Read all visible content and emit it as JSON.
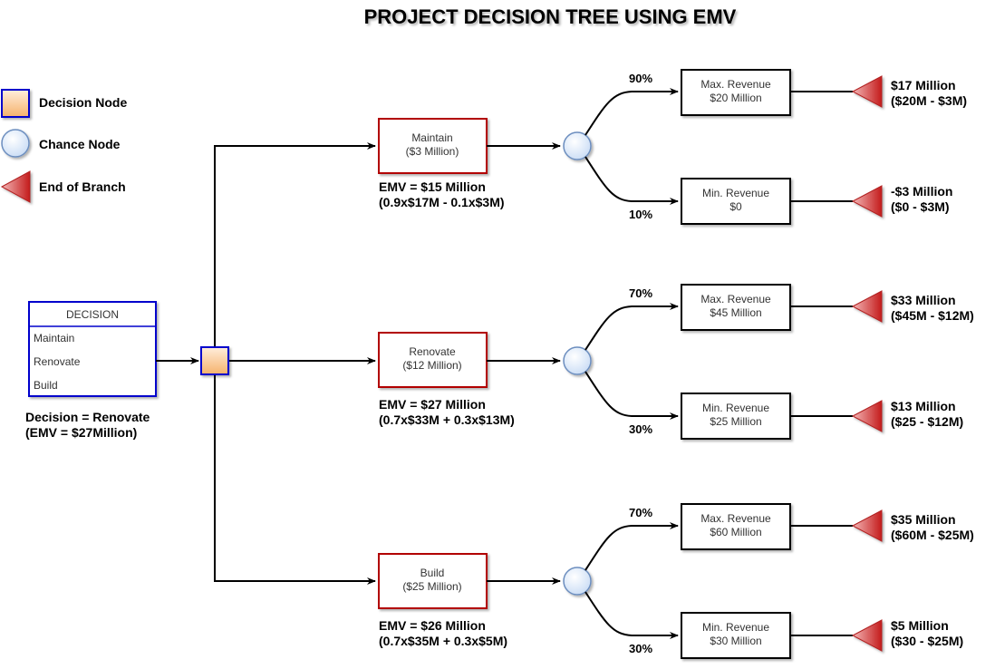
{
  "title": "PROJECT DECISION TREE USING EMV",
  "legend": {
    "decision_node": "Decision Node",
    "chance_node": "Chance Node",
    "end_of_branch": "End of Branch"
  },
  "decision_box": {
    "header": "DECISION",
    "options": [
      "Maintain",
      "Renovate",
      "Build"
    ],
    "result_line1": "Decision = Renovate",
    "result_line2": "(EMV = $27Million)"
  },
  "branches": [
    {
      "name": "Maintain",
      "cost": "($3 Million)",
      "emv_line1": "EMV = $15 Million",
      "emv_line2": "(0.9x$17M - 0.1x$3M)",
      "high": {
        "prob": "90%",
        "label": "Max. Revenue",
        "value": "$20 Million",
        "result": "$17 Million",
        "calc": "($20M - $3M)"
      },
      "low": {
        "prob": "10%",
        "label": "Min. Revenue",
        "value": "$0",
        "result": "-$3 Million",
        "calc": "($0 - $3M)"
      }
    },
    {
      "name": "Renovate",
      "cost": "($12 Million)",
      "emv_line1": "EMV = $27 Million",
      "emv_line2": "(0.7x$33M + 0.3x$13M)",
      "high": {
        "prob": "70%",
        "label": "Max. Revenue",
        "value": "$45 Million",
        "result": "$33 Million",
        "calc": "($45M - $12M)"
      },
      "low": {
        "prob": "30%",
        "label": "Min. Revenue",
        "value": "$25 Million",
        "result": "$13 Million",
        "calc": "($25 - $12M)"
      }
    },
    {
      "name": "Build",
      "cost": "($25 Million)",
      "emv_line1": "EMV = $26 Million",
      "emv_line2": "(0.7x$35M + 0.3x$5M)",
      "high": {
        "prob": "70%",
        "label": "Max. Revenue",
        "value": "$60 Million",
        "result": "$35 Million",
        "calc": "($60M - $25M)"
      },
      "low": {
        "prob": "30%",
        "label": "Min. Revenue",
        "value": "$30 Million",
        "result": "$5 Million",
        "calc": "($30 - $25M)"
      }
    }
  ],
  "colors": {
    "decision_border": "#0000cc",
    "option_border": "#b20000",
    "chance_fill": "#dae8fc",
    "chance_stroke": "#6c8ebf",
    "end_fill": "#cc2222",
    "decision_fill_light": "#ffe6cc",
    "decision_fill_dark": "#f5b26b"
  }
}
